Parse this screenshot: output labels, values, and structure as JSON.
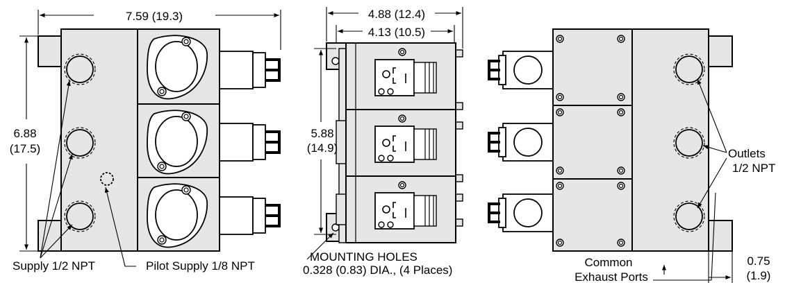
{
  "left_view": {
    "width_dim": "7.59 (19.3)",
    "height_dim_in": "6.88",
    "height_dim_mm": "(17.5)",
    "supply_label": "Supply 1/2 NPT",
    "pilot_label": "Pilot Supply 1/8 NPT"
  },
  "middle_view": {
    "outer_width_dim": "4.88 (12.4)",
    "inner_width_dim": "4.13 (10.5)",
    "height_dim_in": "5.88",
    "height_dim_mm": "(14.9)",
    "mounting_title": "MOUNTING HOLES",
    "mounting_detail": "0.328 (0.83) DIA., (4 Places)"
  },
  "right_view": {
    "outlets_label": "Outlets",
    "outlets_size": "1/2 NPT",
    "exhaust_line1": "Common",
    "exhaust_line2": "Exhaust Ports",
    "offset_dim_in": "0.75",
    "offset_dim_mm": "(1.9)"
  }
}
